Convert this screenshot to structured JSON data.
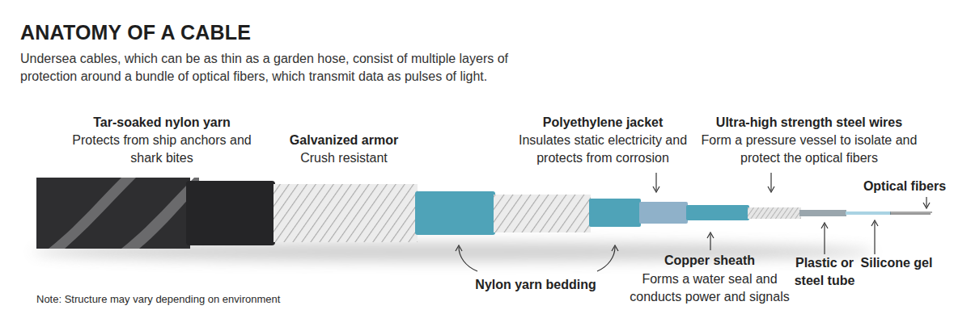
{
  "diagram": {
    "title": "ANATOMY OF A CABLE",
    "caption": "Undersea cables, which can be as thin as a garden hose, consist of multiple layers of protection around a bundle of optical fibers, which transmit data as pulses of light.",
    "labels": [
      "Tar-soaked nylon yarn",
      "Protects from ship anchors and shark bites",
      "Galvanized armor",
      "Crush resistant",
      "Polyethylene jacket",
      "Insulates static electricity and protects from corrosion",
      "Ultra-high strength steel wires",
      "Form a pressure vessel to isolate and protect the optical fibers",
      "Optical fibers",
      "Nylon yarn bedding",
      "Copper sheath",
      "Forms a water seal and conducts power and signals",
      "Plastic or steel tube",
      "Silicone gel",
      "Note: Structure may vary depending on environment"
    ]
  }
}
